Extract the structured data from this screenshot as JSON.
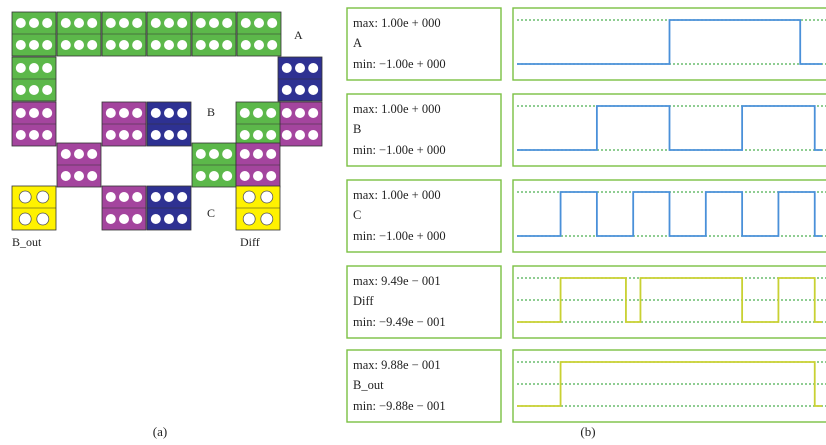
{
  "captions": {
    "a": "(a)",
    "b": "(b)"
  },
  "layout_labels": {
    "A": "A",
    "B": "B",
    "C": "C",
    "B_out": "B_out",
    "Diff": "Diff"
  },
  "colors": {
    "green": "#5cb84a",
    "magenta": "#a4459e",
    "blue": "#2e3192",
    "yellow": "#fff200",
    "dot": "#ffffff",
    "panel_border": "#7bc043",
    "blue_wave": "#4a90d9",
    "yellow_wave": "#c9d132",
    "dashed_line": "#4caf50"
  },
  "signals": [
    {
      "max": "max: 1.00e + 000",
      "name": "A",
      "min": "min: −1.00e + 000",
      "color": "blue",
      "levels": [
        0,
        0,
        0,
        0,
        0,
        0,
        0,
        0,
        0,
        0,
        0,
        0,
        0,
        0,
        0,
        0,
        0,
        0,
        0,
        0,
        0,
        1,
        1,
        1,
        1,
        1,
        1,
        1,
        1,
        1,
        1,
        1,
        1,
        1,
        1,
        1,
        1,
        1,
        1,
        0,
        0,
        0
      ]
    },
    {
      "max": "max: 1.00e + 000",
      "name": "B",
      "min": "min: −1.00e + 000",
      "color": "blue",
      "levels": [
        0,
        0,
        0,
        0,
        0,
        0,
        0,
        0,
        0,
        0,
        0,
        1,
        1,
        1,
        1,
        1,
        1,
        1,
        1,
        1,
        1,
        0,
        0,
        0,
        0,
        0,
        0,
        0,
        0,
        0,
        0,
        1,
        1,
        1,
        1,
        1,
        1,
        1,
        1,
        1,
        1,
        0
      ]
    },
    {
      "max": "max: 1.00e + 000",
      "name": "C",
      "min": "min: −1.00e + 000",
      "color": "blue",
      "levels": [
        0,
        0,
        0,
        0,
        0,
        0,
        1,
        1,
        1,
        1,
        1,
        0,
        0,
        0,
        0,
        0,
        1,
        1,
        1,
        1,
        1,
        0,
        0,
        0,
        0,
        0,
        1,
        1,
        1,
        1,
        1,
        0,
        0,
        0,
        0,
        0,
        1,
        1,
        1,
        1,
        1,
        0
      ]
    },
    {
      "max": "max: 9.49e − 001",
      "name": "Diff",
      "min": "min: −9.49e − 001",
      "color": "yellow",
      "levels": [
        0,
        0,
        0,
        0,
        0,
        0,
        1,
        1,
        1,
        1,
        1,
        1,
        1,
        1,
        1,
        0,
        0,
        1,
        1,
        1,
        1,
        1,
        1,
        1,
        1,
        1,
        1,
        1,
        1,
        1,
        1,
        0,
        0,
        0,
        0,
        0,
        1,
        1,
        1,
        1,
        1,
        0
      ]
    },
    {
      "max": "max: 9.88e − 001",
      "name": "B_out",
      "min": "min: −9.88e − 001",
      "color": "yellow",
      "levels": [
        0,
        0,
        0,
        0,
        0,
        0,
        1,
        1,
        1,
        1,
        1,
        1,
        1,
        1,
        1,
        1,
        1,
        1,
        1,
        1,
        1,
        1,
        1,
        1,
        1,
        1,
        1,
        1,
        1,
        1,
        1,
        1,
        1,
        1,
        1,
        1,
        1,
        1,
        1,
        1,
        1,
        0
      ]
    }
  ]
}
